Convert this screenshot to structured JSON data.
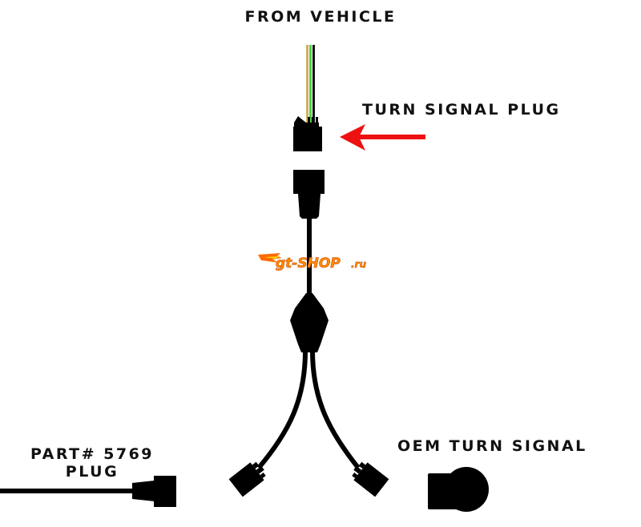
{
  "diagram": {
    "title": "Turn signal splitter harness wiring diagram",
    "labels": {
      "from_vehicle": "FROM VEHICLE",
      "turn_signal_plug": "TURN SIGNAL PLUG",
      "part_plug_line1": "PART# 5769",
      "part_plug_line2": "PLUG",
      "oem_turn_signal": "OEM TURN SIGNAL"
    },
    "watermark": {
      "main": "gt-SHOP",
      "suffix": ".ru"
    },
    "wires": {
      "vehicle_wire_colors": [
        "#c8b45a",
        "#ffffff",
        "#4cd24c",
        "#ffffff",
        "#111111"
      ]
    },
    "colors": {
      "connector": "#000000",
      "arrow": "#ee1111",
      "text": "#111111",
      "watermark_fill": "#ff8c00",
      "watermark_accent": "#ffd400"
    }
  }
}
